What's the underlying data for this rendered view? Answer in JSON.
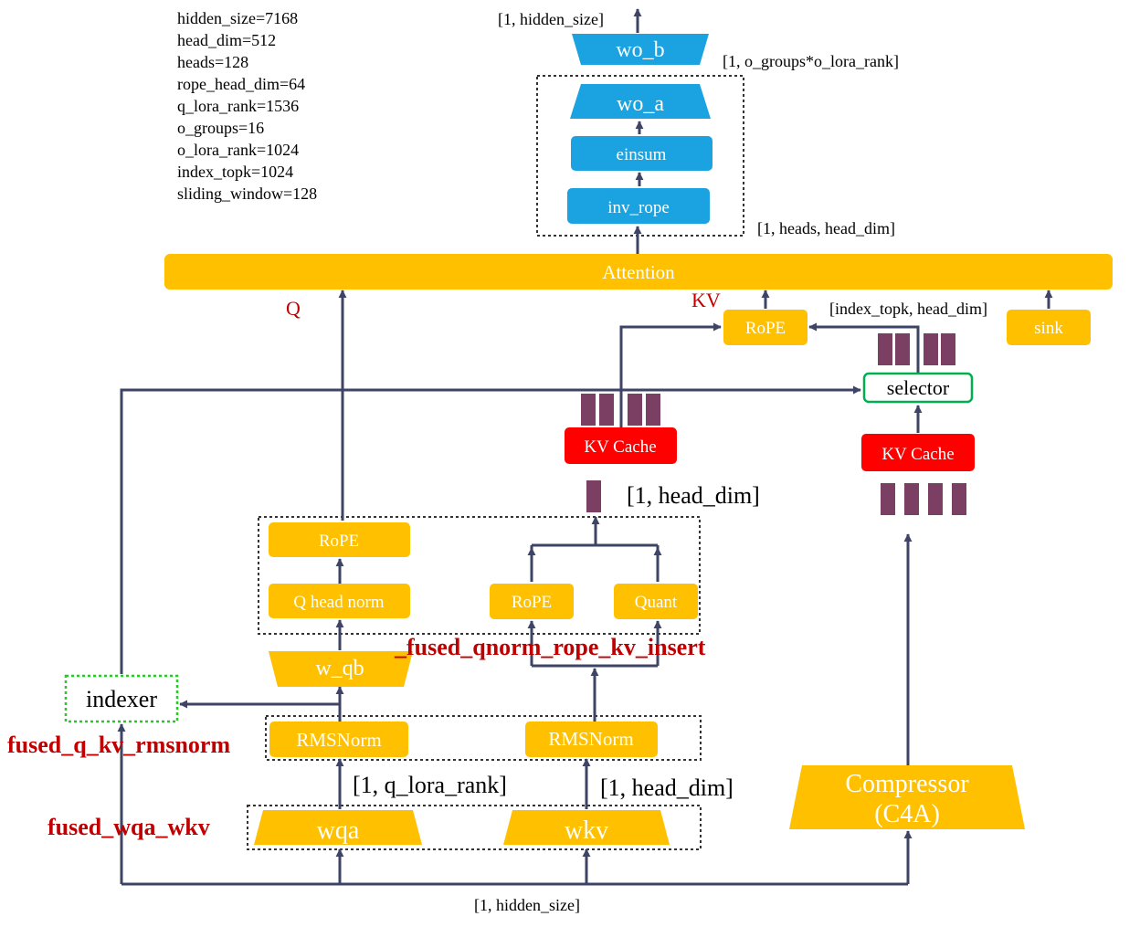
{
  "config": [
    "hidden_size=7168",
    "head_dim=512",
    "heads=128",
    "rope_head_dim=64",
    "q_lora_rank=1536",
    "o_groups=16",
    "o_lora_rank=1024",
    "index_topk=1024",
    "sliding_window=128"
  ],
  "blocks": {
    "wo_b": "wo_b",
    "wo_a": "wo_a",
    "einsum": "einsum",
    "inv_rope": "inv_rope",
    "attention": "Attention",
    "rope_kv": "RoPE",
    "sink": "sink",
    "selector": "selector",
    "kv_cache_left": "KV Cache",
    "kv_cache_right": "KV Cache",
    "rope_q": "RoPE",
    "q_head_norm": "Q head norm",
    "rope_k": "RoPE",
    "quant": "Quant",
    "w_qb": "w_qb",
    "indexer": "indexer",
    "rmsnorm_q": "RMSNorm",
    "rmsnorm_kv": "RMSNorm",
    "wqa": "wqa",
    "wkv": "wkv",
    "compressor_line1": "Compressor",
    "compressor_line2": "(C4A)"
  },
  "labels": {
    "out_shape": "[1, hidden_size]",
    "wo_a_shape": "[1, o_groups*o_lora_rank]",
    "attn_out_shape": "[1, heads, head_dim]",
    "q": "Q",
    "kv": "KV",
    "topk_shape": "[index_topk, head_dim]",
    "kv_entry_shape": "[1, head_dim]",
    "fused_qnorm": "_fused_qnorm_rope_kv_insert",
    "fused_rmsnorm": "fused_q_kv_rmsnorm",
    "q_lora_shape": "[1, q_lora_rank]",
    "kv_head_shape": "[1, head_dim]",
    "fused_wqa": "fused_wqa_wkv",
    "input_shape": "[1, hidden_size]"
  },
  "colors": {
    "blue": "#1aa3e0",
    "yellow": "#ffc000",
    "red": "#ff0000",
    "green": "#00b050",
    "indexer_border": "#22cc22",
    "purple": "#7b3f64",
    "arrow": "#3d4466",
    "dark_red": "#c00000"
  }
}
